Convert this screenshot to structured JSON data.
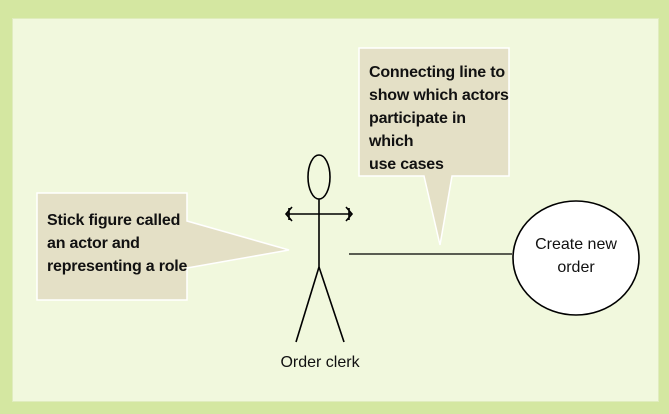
{
  "callouts": {
    "connecting_line": "Connecting line to\nshow which actors\nparticipate in which\nuse cases",
    "actor": "Stick figure called\nan actor and\nrepresenting a role"
  },
  "actor": {
    "label": "Order clerk"
  },
  "use_case": {
    "label": "Create new\norder"
  },
  "colors": {
    "outer_frame": "#d4e7a1",
    "panel": "#f1f8dd",
    "callout_fill": "#e4e0c6",
    "line": "#000000"
  }
}
